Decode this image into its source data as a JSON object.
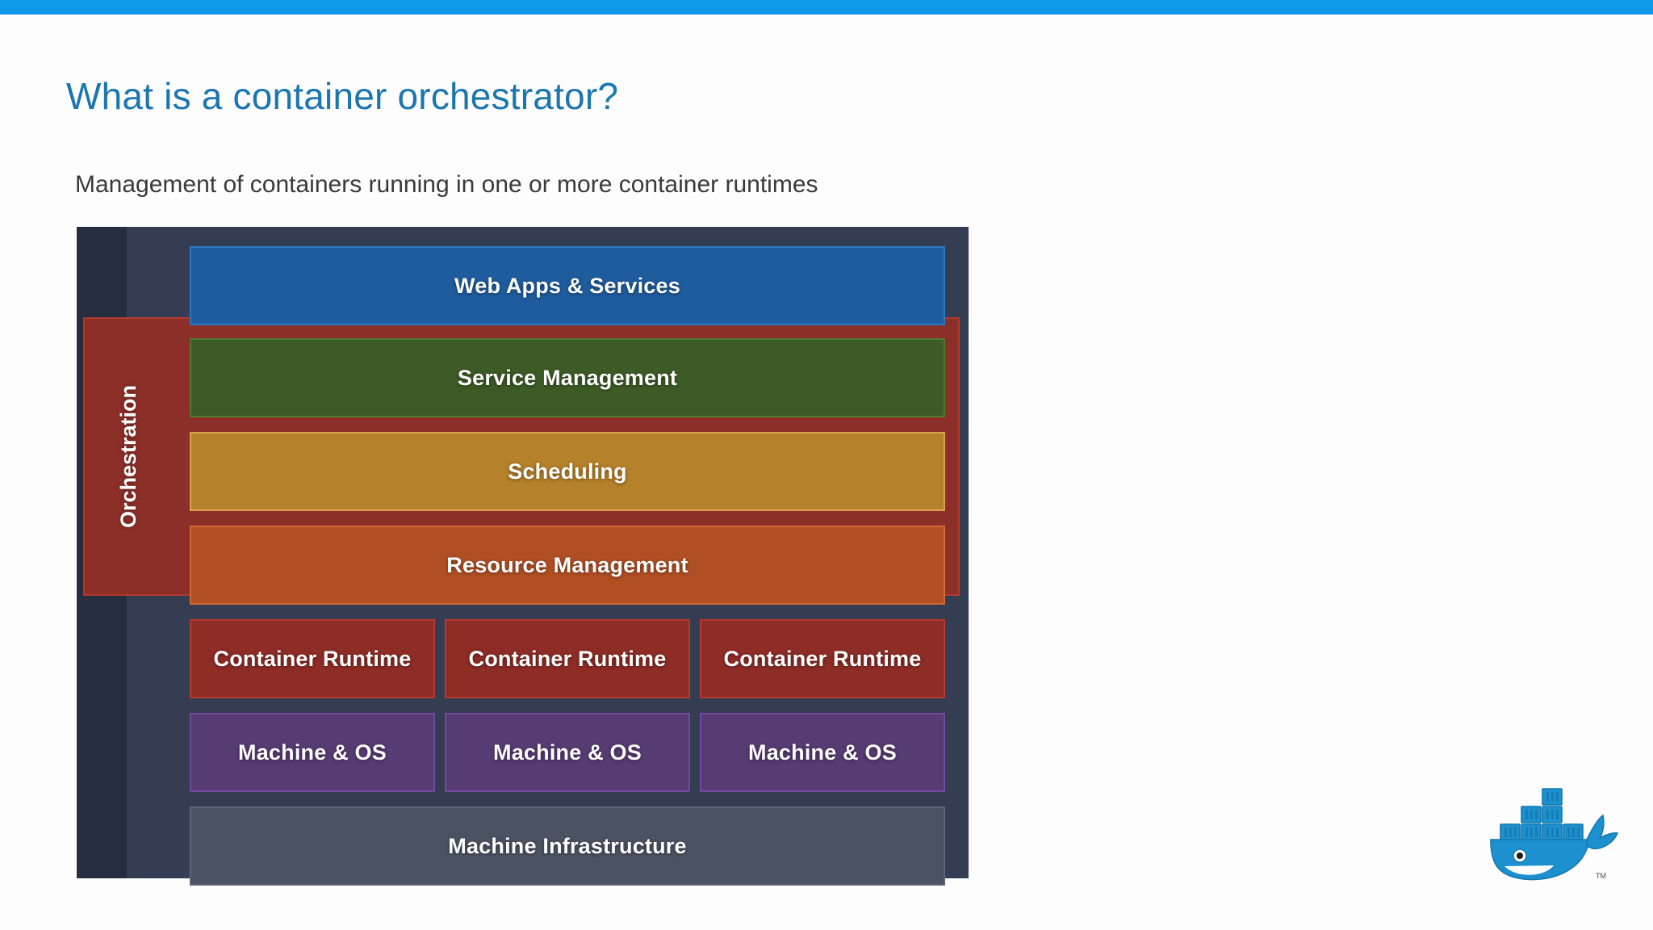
{
  "top_bar": {
    "color": "#1099e8"
  },
  "slide": {
    "title": "What is a container orchestrator?",
    "subtitle": "Management of containers running in one or more container runtimes",
    "title_color": "#1b76b0",
    "subtitle_color": "#3a3a3a"
  },
  "diagram": {
    "background": "#343d52",
    "left_strip_color": "#262d3f",
    "orchestration": {
      "label": "Orchestration",
      "fill": "#8c2f28",
      "border": "#b5392c"
    },
    "layers": {
      "web_apps": {
        "label": "Web Apps & Services",
        "fill": "#1f5c9e",
        "border": "#2c77c4"
      },
      "service_mgmt": {
        "label": "Service Management",
        "fill": "#3d5b26",
        "border": "#4f7a2e"
      },
      "scheduling": {
        "label": "Scheduling",
        "fill": "#b5812a",
        "border": "#d9a24c"
      },
      "resource_mgmt": {
        "label": "Resource Management",
        "fill": "#b14f24",
        "border": "#d26a33"
      },
      "infrastructure": {
        "label": "Machine Infrastructure",
        "fill": "#4b5261",
        "border": "#5d6576"
      }
    },
    "runtime_row": {
      "fill": "#8e2c26",
      "border": "#b8392d",
      "items": [
        {
          "label": "Container Runtime"
        },
        {
          "label": "Container Runtime"
        },
        {
          "label": "Container Runtime"
        }
      ]
    },
    "os_row": {
      "fill": "#573b73",
      "border": "#7249a0",
      "items": [
        {
          "label": "Machine & OS"
        },
        {
          "label": "Machine & OS"
        },
        {
          "label": "Machine & OS"
        }
      ]
    }
  },
  "logo": {
    "name": "docker-whale-logo",
    "color": "#1d91d0",
    "trademark": "TM"
  }
}
